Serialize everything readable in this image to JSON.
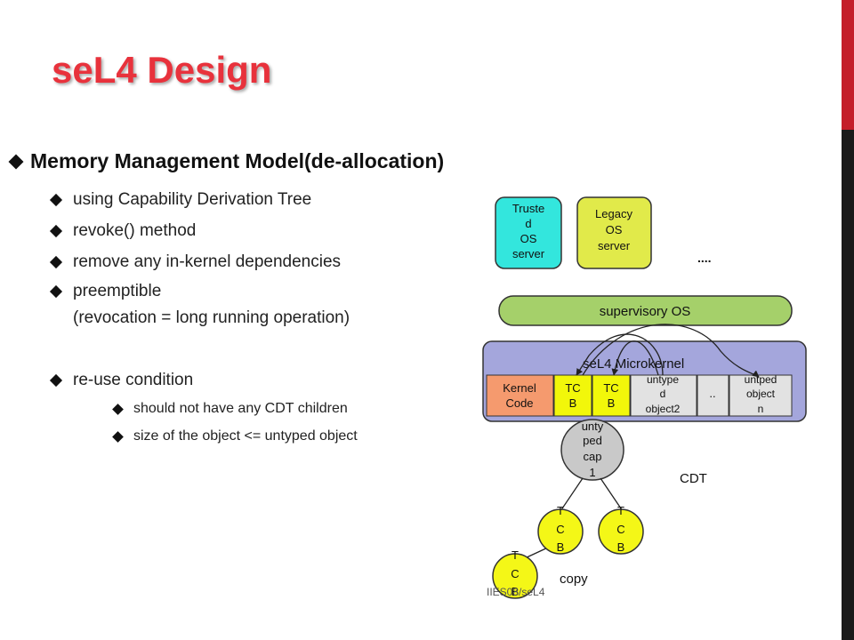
{
  "slide": {
    "title": "seL4 Design",
    "main_bullet": "Memory Management Model(de-allocation)",
    "sub_bullets": [
      "using Capability Derivation Tree",
      "revoke() method",
      "remove any in-kernel dependencies",
      "preemptible",
      "(revocation = long running operation)",
      "re-use condition"
    ],
    "sub_sub_bullets": [
      "should not have any CDT children",
      "size of the object <= untyped object"
    ],
    "footer": "IIES08/seL4"
  },
  "diagram": {
    "trusted_server_lines": [
      "Truste",
      "d",
      "OS",
      "server"
    ],
    "legacy_server_lines": [
      "Legacy",
      "OS",
      "server"
    ],
    "ellipsis": "....",
    "supervisory_os": "supervisory OS",
    "microkernel_label": "seL4 Microkernel",
    "kernel_code_lines": [
      "Kernel",
      "Code"
    ],
    "tcb1_lines": [
      "TC",
      "B"
    ],
    "tcb2_lines": [
      "TC",
      "B"
    ],
    "untyped2_lines": [
      "untype",
      "d",
      "object2"
    ],
    "dots": "..",
    "untypedn_lines": [
      "untped",
      "object",
      "n"
    ],
    "untyped_cap_lines": [
      "unty",
      "ped",
      "cap",
      "1"
    ],
    "cdt_label": "CDT",
    "tcb_node_lines": [
      "T",
      "C",
      "B"
    ],
    "copy_label": "copy",
    "colors": {
      "trusted": "#33e6dd",
      "legacy": "#e1ea4a",
      "supervisory": "#a5d06a",
      "microkernel": "#a4a6dc",
      "kernel_code": "#f59a6e",
      "tcb": "#f2f70a",
      "untyped": "#e2e2e2",
      "cap_node": "#c9c9c9",
      "tcb_node": "#f4f717",
      "title": "#e8323c",
      "accent_bar": "#c41e2a"
    }
  }
}
